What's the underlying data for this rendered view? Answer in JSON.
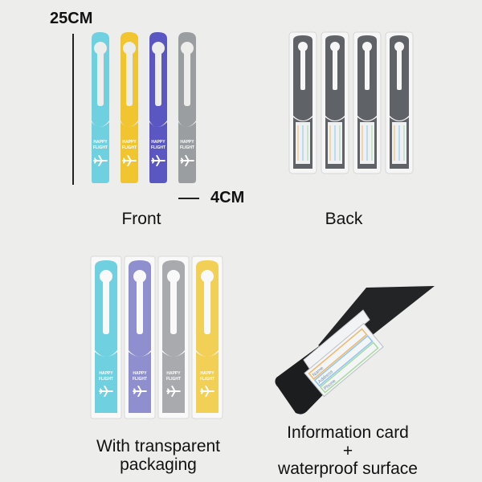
{
  "dimensions": {
    "height_label": "25CM",
    "width_label": "4CM"
  },
  "captions": {
    "front": "Front",
    "back": "Back",
    "packaging_line1": "With transparent",
    "packaging_line2": "packaging",
    "info_line1": "Information card",
    "info_line2": "+",
    "info_line3": "waterproof surface"
  },
  "tag_text": {
    "line1": "HAPPY",
    "line2": "FLIGHT"
  },
  "card_fields": [
    "Name",
    "Address",
    "Phone"
  ],
  "colors": {
    "cyan": "#6fd0df",
    "yellow": "#f0c530",
    "purple": "#5b57c2",
    "gray": "#9b9ea1",
    "dark_gray": "#5f6266",
    "lavender": "#8f8fd0",
    "light_gray": "#a8aaad",
    "soft_yellow": "#f2cf55"
  },
  "icon": "airplane-icon"
}
